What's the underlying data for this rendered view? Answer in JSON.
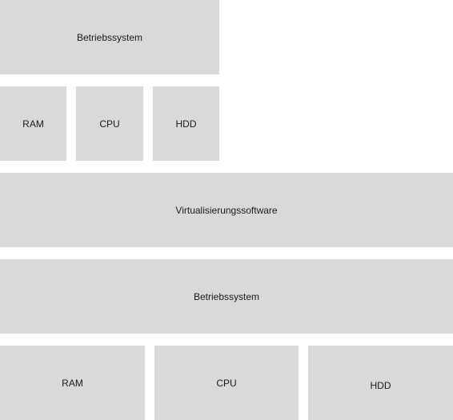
{
  "guest": {
    "os_label": "Betriebssystem",
    "ram_label": "RAM",
    "cpu_label": "CPU",
    "hdd_label": "HDD"
  },
  "hypervisor": {
    "label": "Virtualisierungssoftware"
  },
  "host": {
    "os_label": "Betriebssystem",
    "ram_label": "RAM",
    "cpu_label": "CPU",
    "hdd_label": "HDD"
  },
  "colors": {
    "box_fill": "#d9d9d9",
    "text": "#1a1a1a",
    "background": "#ffffff"
  }
}
